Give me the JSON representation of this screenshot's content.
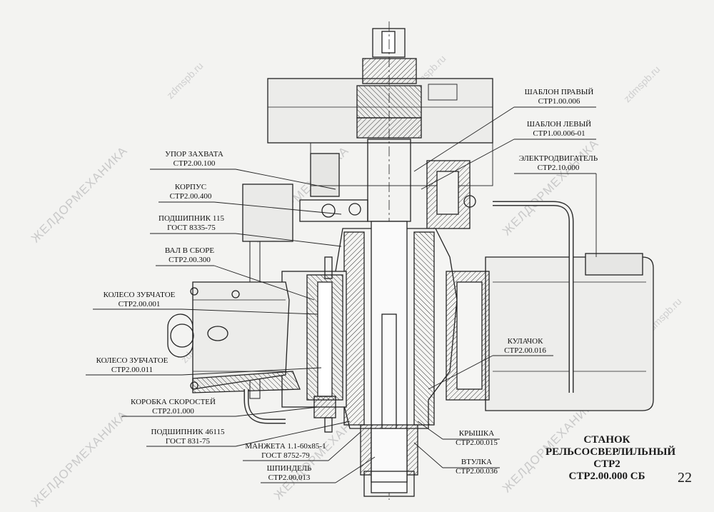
{
  "labels": {
    "shablon_pravyi": {
      "l1": "ШАБЛОН ПРАВЫЙ",
      "l2": "СТР1.00.006"
    },
    "shablon_levyi": {
      "l1": "ШАБЛОН ЛЕВЫЙ",
      "l2": "СТР1.00.006-01"
    },
    "elektrodvigatel": {
      "l1": "ЭЛЕКТРОДВИГАТЕЛЬ",
      "l2": "СТР2.10.000"
    },
    "upor_zahvata": {
      "l1": "УПОР ЗАХВАТА",
      "l2": "СТР2.00.100"
    },
    "korpus": {
      "l1": "КОРПУС",
      "l2": "СТР2.00.400"
    },
    "podshipnik_115": {
      "l1": "ПОДШИПНИК 115",
      "l2": "ГОСТ 8335-75"
    },
    "val_v_sbore": {
      "l1": "ВАЛ В СБОРЕ",
      "l2": "СТР2.00.300"
    },
    "koleso_1": {
      "l1": "КОЛЕСО ЗУБЧАТОЕ",
      "l2": "СТР2.00.001"
    },
    "koleso_2": {
      "l1": "КОЛЕСО ЗУБЧАТОЕ",
      "l2": "СТР2.00.011"
    },
    "korobka": {
      "l1": "КОРОБКА СКОРОСТЕЙ",
      "l2": "СТР2.01.000"
    },
    "podshipnik_46115": {
      "l1": "ПОДШИПНИК 46115",
      "l2": "ГОСТ 831-75"
    },
    "manzheta": {
      "l1": "МАНЖЕТА 1.1-60х85-1",
      "l2": "ГОСТ 8752-79"
    },
    "shpindel": {
      "l1": "ШПИНДЕЛЬ",
      "l2": "СТР2.00.013"
    },
    "kulachok": {
      "l1": "КУЛАЧОК",
      "l2": "СТР2.00.016"
    },
    "kryshka": {
      "l1": "КРЫШКА",
      "l2": "СТР2.00.015"
    },
    "vtulka": {
      "l1": "ВТУЛКА",
      "l2": "СТР2.00.036"
    }
  },
  "title": {
    "line1": "СТАНОК",
    "line2": "РЕЛЬСОСВЕРЛИЛЬНЫЙ",
    "line3": "СТР2",
    "line4": "СТР2.00.000 СБ"
  },
  "page_number": "22",
  "watermarks": {
    "brand": "ЖЕЛДОРМЕХАНИКА",
    "site": "zdmspb.ru"
  }
}
